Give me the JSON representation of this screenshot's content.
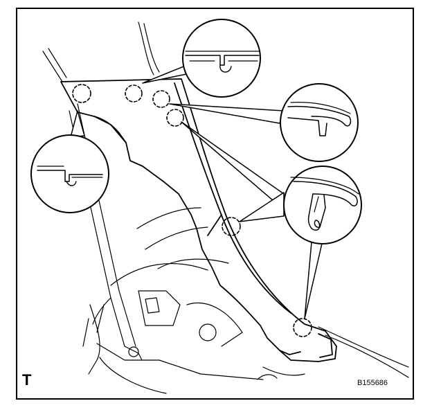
{
  "figure": {
    "corner_letter": "T",
    "figure_code": "B155686"
  },
  "callouts": [
    {
      "id": "lower-left-clip",
      "type": "clip"
    },
    {
      "id": "top-clip",
      "type": "clip"
    },
    {
      "id": "right-upper-clip",
      "type": "clip"
    },
    {
      "id": "right-lower-clip",
      "type": "clip"
    }
  ],
  "colors": {
    "line": "#000000",
    "background": "#ffffff"
  }
}
